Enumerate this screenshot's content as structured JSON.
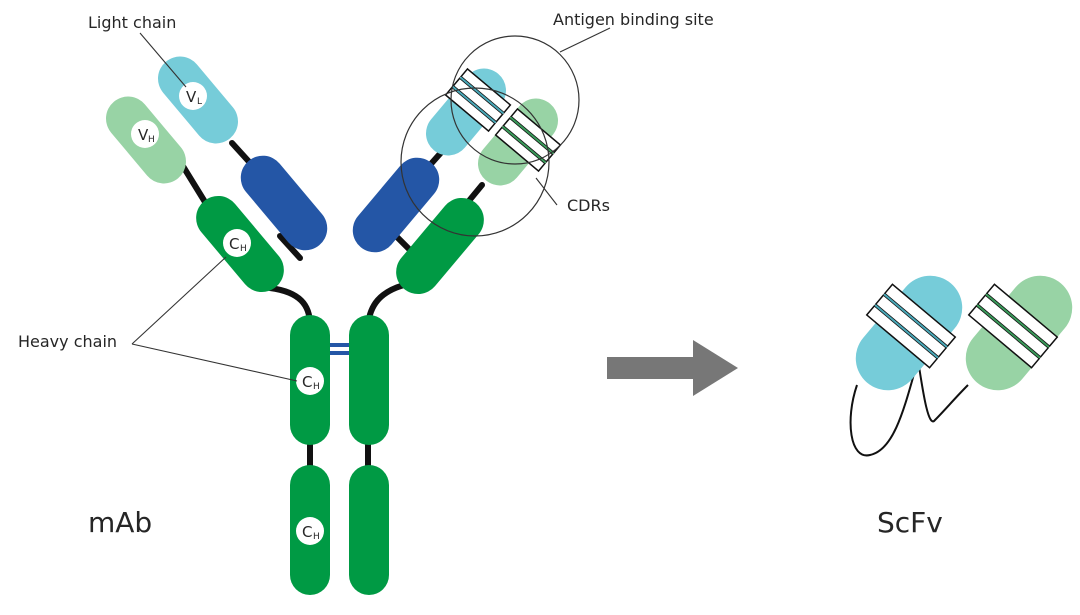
{
  "labels": {
    "light_chain": "Light chain",
    "heavy_chain": "Heavy chain",
    "antigen_binding_site": "Antigen binding site",
    "cdrs": "CDRs",
    "mab": "mAb",
    "scfv": "ScFv"
  },
  "domains": {
    "vl_main": "V",
    "vl_sub": "L",
    "vh_main": "V",
    "vh_sub": "H",
    "ch_main": "C",
    "ch_sub": "H"
  },
  "colors": {
    "light_variable": "#76CCD9",
    "light_constant": "#2456A6",
    "heavy_variable": "#98D3A5",
    "heavy_constant": "#009A44",
    "arrow": "#777777",
    "linker": "#111111"
  }
}
